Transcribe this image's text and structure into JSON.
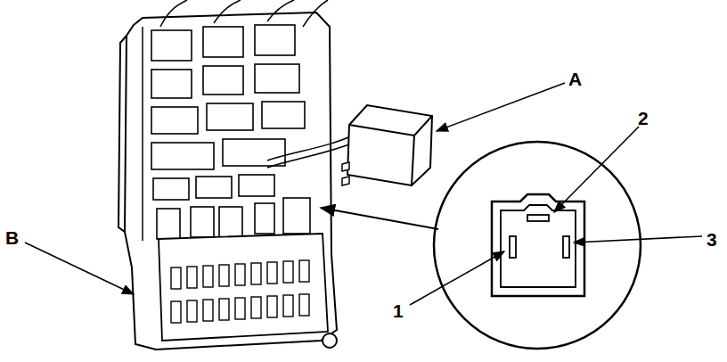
{
  "diagram": {
    "labels": [
      "A",
      "2",
      "3",
      "B",
      "1"
    ]
  }
}
